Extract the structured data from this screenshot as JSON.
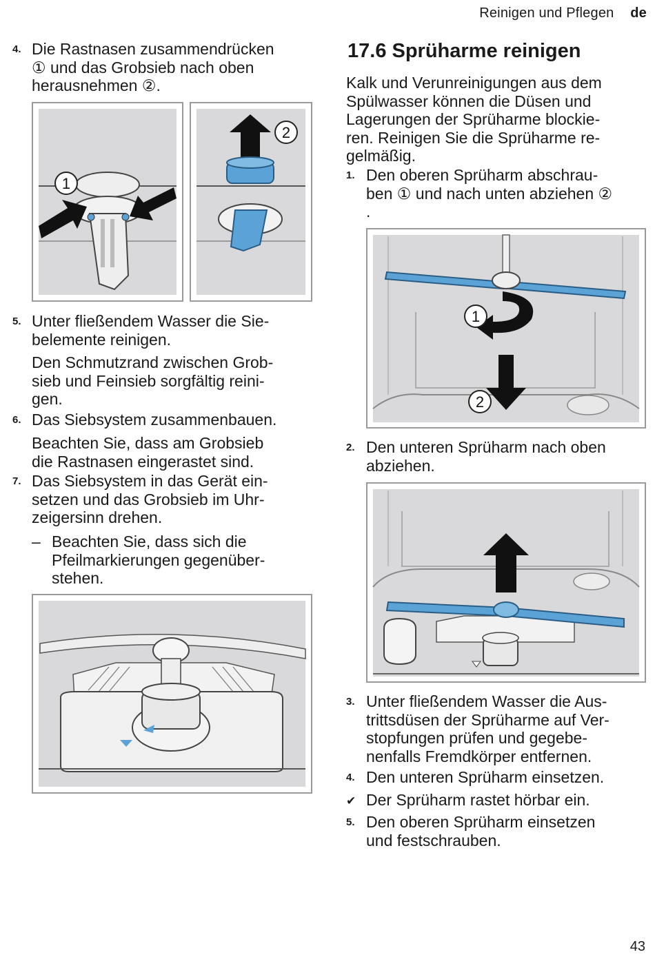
{
  "header": {
    "section": "Reinigen und Pflegen",
    "lang": "de"
  },
  "page_number": "43",
  "left": {
    "step4": {
      "num": "4.",
      "lines": [
        "Die Rastnasen zusammendrücken",
        "① und das Grobsieb nach oben",
        "herausnehmen ②."
      ]
    },
    "fig_labels": {
      "a1": "1",
      "a2": "2"
    },
    "step5": {
      "num": "5.",
      "lines": [
        "Unter fließendem Wasser die Sie-",
        "belemente reinigen."
      ]
    },
    "step5_note": [
      "Den Schmutzrand zwischen Grob-",
      "sieb und Feinsieb sorgfältig reini-",
      "gen."
    ],
    "step6": {
      "num": "6.",
      "lines": [
        "Das Siebsystem zusammenbauen."
      ]
    },
    "step6_note": [
      "Beachten Sie, dass am Grobsieb",
      "die Rastnasen eingerastet sind."
    ],
    "step7": {
      "num": "7.",
      "lines": [
        "Das Siebsystem in das Gerät ein-",
        "setzen und das Grobsieb im Uhr-",
        "zeigersinn drehen."
      ]
    },
    "step7_sub": {
      "dash": "–",
      "lines": [
        "Beachten Sie, dass sich die",
        "Pfeilmarkierungen gegenüber-",
        "stehen."
      ]
    }
  },
  "right": {
    "title": "17.6  Sprüharme reinigen",
    "intro": [
      "Kalk und Verunreinigungen aus dem",
      "Spülwasser können die Düsen und",
      "Lagerungen der Sprüharme blockie-",
      "ren. Reinigen Sie die Sprüharme re-",
      "gelmäßig."
    ],
    "step1": {
      "num": "1.",
      "lines": [
        "Den oberen Sprüharm abschrau-",
        "ben ① und nach unten abziehen ②",
        "."
      ]
    },
    "fig_labels": {
      "b1": "1",
      "b2": "2"
    },
    "step2": {
      "num": "2.",
      "lines": [
        "Den unteren Sprüharm nach oben",
        "abziehen."
      ]
    },
    "step3": {
      "num": "3.",
      "lines": [
        "Unter fließendem Wasser die Aus-",
        "trittsdüsen der Sprüharme auf Ver-",
        "stopfungen prüfen und gegebe-",
        "nenfalls Fremdkörper entfernen."
      ]
    },
    "step4": {
      "num": "4.",
      "lines": [
        "Den unteren Sprüharm einsetzen."
      ]
    },
    "result": {
      "mark": "✔",
      "text": "Der Sprüharm rastet hörbar ein."
    },
    "step5": {
      "num": "5.",
      "lines": [
        "Den oberen Sprüharm einsetzen",
        "und festschrauben."
      ]
    }
  },
  "colors": {
    "blue": "#5ba3d6",
    "grey_bg": "#d9d9db",
    "frame": "#9a9a9a"
  }
}
